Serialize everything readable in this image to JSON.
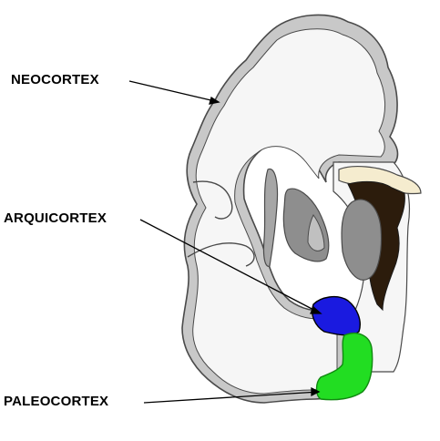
{
  "labels": {
    "neocortex": "NEOCORTEX",
    "arquicortex": "ARQUICORTEX",
    "paleocortex": "PALEOCORTEX"
  },
  "colors": {
    "cortex_gray": "#c8c8c8",
    "white_matter": "#f6f6f6",
    "outline": "#4a4a4a",
    "arquicortex": "#1a1ae0",
    "paleocortex": "#22dd22",
    "ventricle_dark": "#8e8e8e",
    "ventricle_mid": "#a6a6a6",
    "nucleus_dark": "#2c1c0c",
    "nucleus_cream": "#f5eccf"
  }
}
